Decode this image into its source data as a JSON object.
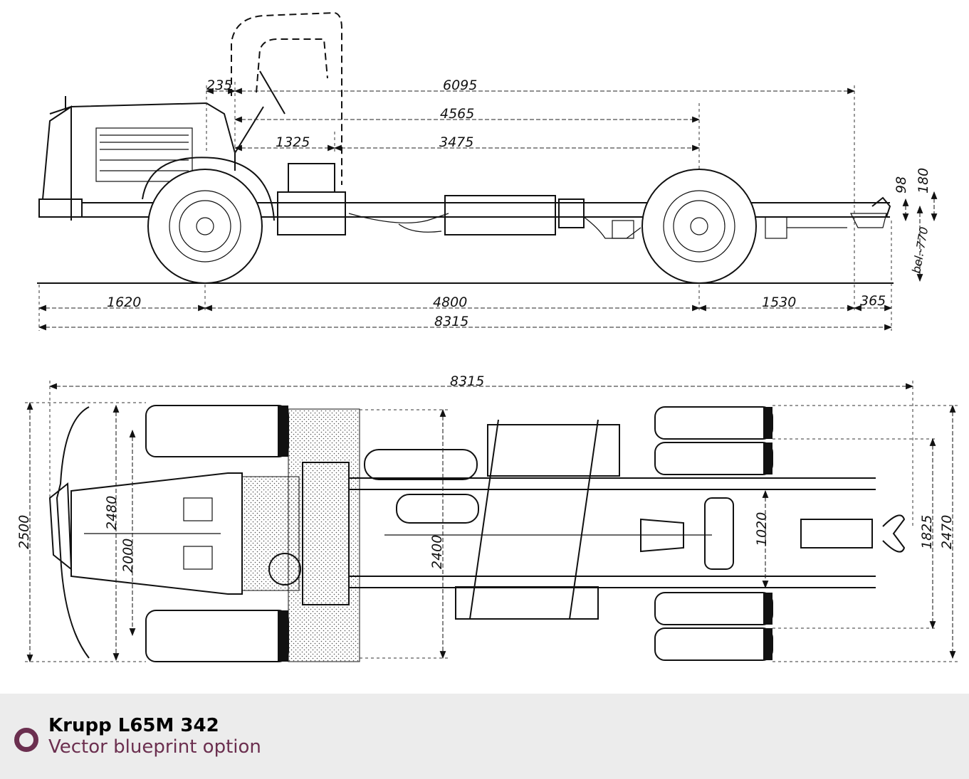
{
  "side_view": {
    "dims": {
      "d235": "235",
      "d6095": "6095",
      "d4565": "4565",
      "d1325": "1325",
      "d3475": "3475",
      "d98": "98",
      "d180": "180",
      "d770": "bel.-770",
      "d1620": "1620",
      "d4800": "4800",
      "d1530": "1530",
      "d365": "365",
      "d8315": "8315"
    }
  },
  "top_view": {
    "dims": {
      "d8315": "8315",
      "d2500": "2500",
      "d2480": "2480",
      "d2000": "2000",
      "d2400": "2400",
      "d1020": "1020",
      "d1825": "1825",
      "d2470": "2470"
    }
  },
  "caption": {
    "title": "Krupp L65M 342",
    "subtitle": "Vector blueprint option",
    "accent_color": "#6b2f4f",
    "icon": "ring-icon"
  }
}
